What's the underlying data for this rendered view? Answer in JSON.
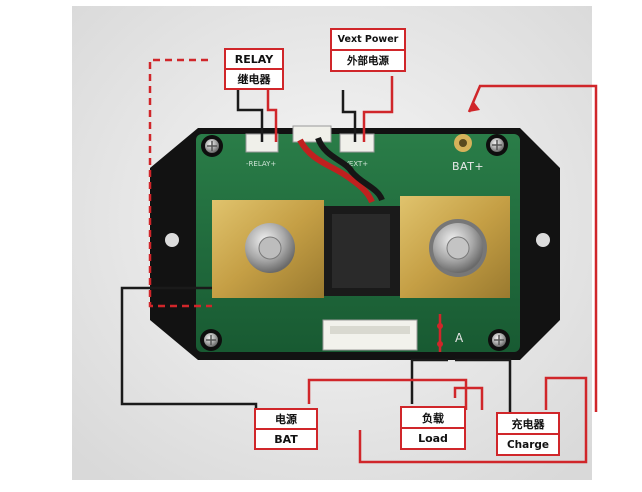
{
  "labels": {
    "relay": {
      "en": "RELAY",
      "zh": "继电器"
    },
    "vext": {
      "en": "Vext Power",
      "zh": "外部电源"
    },
    "battery": {
      "zh": "电源",
      "en": "BAT"
    },
    "load": {
      "zh": "负载",
      "en": "Load"
    },
    "charge": {
      "zh": "充电器",
      "en": "Charge"
    }
  },
  "board_marks": {
    "bat_plus": "BAT+",
    "a": "A"
  },
  "colors": {
    "wire_red": "#d0262a",
    "wire_black": "#1a1a1a",
    "pcb_green": "#1f6b3c",
    "backplate": "#111111",
    "brass": "#c8a34a"
  }
}
